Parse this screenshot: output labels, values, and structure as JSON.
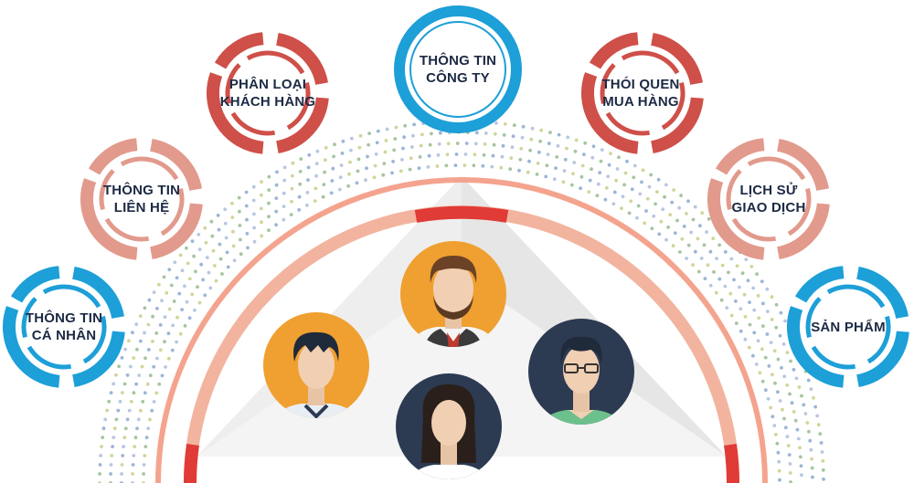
{
  "colors": {
    "blue": "#1d9fd8",
    "red": "#cf4f49",
    "pink": "#e29a8c",
    "orange_avatar": "#f0a030",
    "navy_avatar": "#2c3a52"
  },
  "nodes": [
    {
      "id": "company",
      "lines": [
        "THÔNG TIN",
        "CÔNG TY"
      ],
      "color": "blue"
    },
    {
      "id": "classification",
      "lines": [
        "PHÂN LOẠI",
        "KHÁCH HÀNG"
      ],
      "color": "red"
    },
    {
      "id": "habits",
      "lines": [
        "THÓI QUEN",
        "MUA HÀNG"
      ],
      "color": "red"
    },
    {
      "id": "contact",
      "lines": [
        "THÔNG TIN",
        "LIÊN HỆ"
      ],
      "color": "pink"
    },
    {
      "id": "history",
      "lines": [
        "LỊCH SỬ",
        "GIAO DỊCH"
      ],
      "color": "pink"
    },
    {
      "id": "personal",
      "lines": [
        "THÔNG TIN",
        "CÁ NHÂN"
      ],
      "color": "blue"
    },
    {
      "id": "product",
      "lines": [
        "SẢN PHẨM"
      ],
      "color": "blue"
    }
  ],
  "people": [
    {
      "id": "man-beard",
      "background": "orange_avatar"
    },
    {
      "id": "boy",
      "background": "orange_avatar"
    },
    {
      "id": "woman",
      "background": "navy_avatar"
    },
    {
      "id": "man-glasses",
      "background": "navy_avatar"
    }
  ]
}
